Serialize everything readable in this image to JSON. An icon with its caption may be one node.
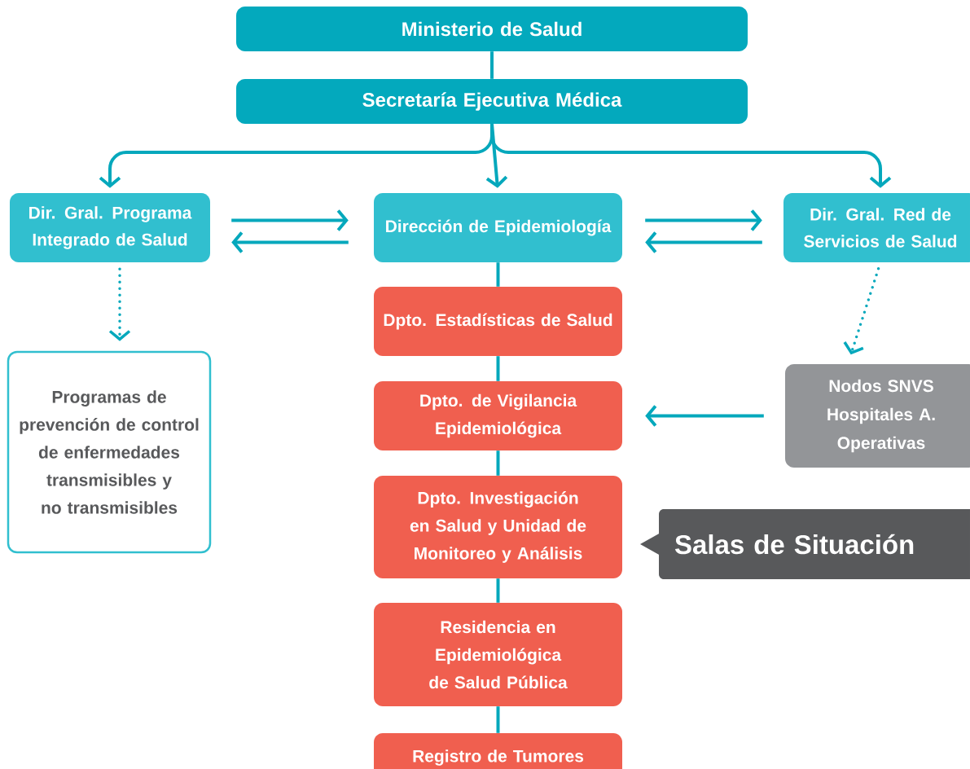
{
  "diagram": {
    "nodes": [
      {
        "text": [
          "Ministerio de Salud"
        ]
      },
      {
        "text": [
          "Secretaría Ejecutiva Médica"
        ]
      },
      {
        "text": [
          "Dir. Gral.  Programa Integrado de Salud"
        ]
      },
      {
        "text": [
          "Dirección de Epidemiología"
        ]
      },
      {
        "text": [
          "Dir. Gral.  Red de Servicios de Salud"
        ]
      },
      {
        "text": [
          "Dpto. Estadísticas de Salud"
        ]
      },
      {
        "text": [
          "Dpto. de Vigilancia Epidemiológica"
        ]
      },
      {
        "text": [
          "Dpto. Investigación en Salud y Unidad de Monitoreo y Análisis"
        ]
      },
      {
        "text": [
          "Residencia en Epidemiológica de Salud Pública"
        ]
      },
      {
        "text": [
          "Registro de Tumores"
        ]
      },
      {
        "text": [
          "Programas de prevención de control de enfermedades transmisibles y no transmisibles"
        ]
      },
      {
        "text": [
          "Nodos SNVS Hospitales A. Operativas"
        ]
      },
      {
        "text": [
          "Salas de Situación"
        ]
      }
    ],
    "edges": [
      {
        "from": 0,
        "to": 1,
        "arrow": "none"
      },
      {
        "from": 1,
        "to": 2,
        "arrow": "to"
      },
      {
        "from": 1,
        "to": 3,
        "arrow": "to"
      },
      {
        "from": 1,
        "to": 4,
        "arrow": "to"
      },
      {
        "from": 2,
        "to": 3,
        "arrow": "to"
      },
      {
        "from": 3,
        "to": 2,
        "arrow": "to"
      },
      {
        "from": 3,
        "to": 4,
        "arrow": "to"
      },
      {
        "from": 4,
        "to": 3,
        "arrow": "to"
      },
      {
        "from": 2,
        "to": 10,
        "arrow": "to",
        "style": "dashed"
      },
      {
        "from": 4,
        "to": 11,
        "arrow": "to",
        "style": "dashed"
      },
      {
        "from": 11,
        "to": 6,
        "arrow": "to"
      },
      {
        "from": 3,
        "to": 5,
        "arrow": "none"
      },
      {
        "from": 5,
        "to": 6,
        "arrow": "none"
      },
      {
        "from": 6,
        "to": 7,
        "arrow": "none"
      },
      {
        "from": 7,
        "to": 8,
        "arrow": "none"
      },
      {
        "from": 8,
        "to": 9,
        "arrow": "none"
      }
    ]
  }
}
